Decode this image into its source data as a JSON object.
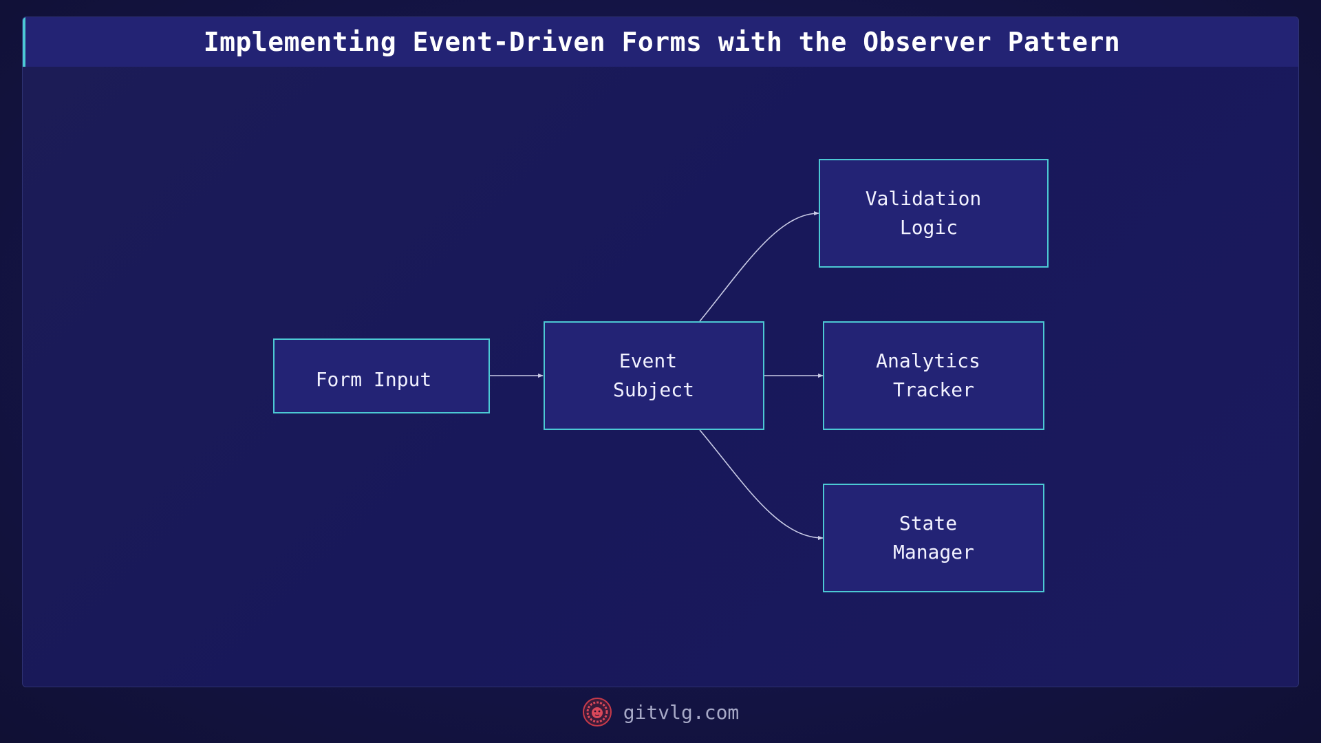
{
  "title": "Implementing Event-Driven Forms with the Observer Pattern",
  "nodes": {
    "form_input": {
      "line1": "Form Input"
    },
    "event_subject": {
      "line1": "Event",
      "line2": "Subject"
    },
    "validation_logic": {
      "line1": "Validation",
      "line2": "Logic"
    },
    "analytics_tracker": {
      "line1": "Analytics",
      "line2": "Tracker"
    },
    "state_manager": {
      "line1": "State",
      "line2": "Manager"
    }
  },
  "edges": [
    {
      "from": "Form Input",
      "to": "Event Subject"
    },
    {
      "from": "Event Subject",
      "to": "Validation Logic"
    },
    {
      "from": "Event Subject",
      "to": "Analytics Tracker"
    },
    {
      "from": "Event Subject",
      "to": "State Manager"
    }
  ],
  "footer": {
    "site": "gitvlg.com",
    "logo_icon": "lion-logo-icon"
  },
  "colors": {
    "accent": "#4cc9d4",
    "node_fill": "#232375",
    "background": "#141446"
  }
}
